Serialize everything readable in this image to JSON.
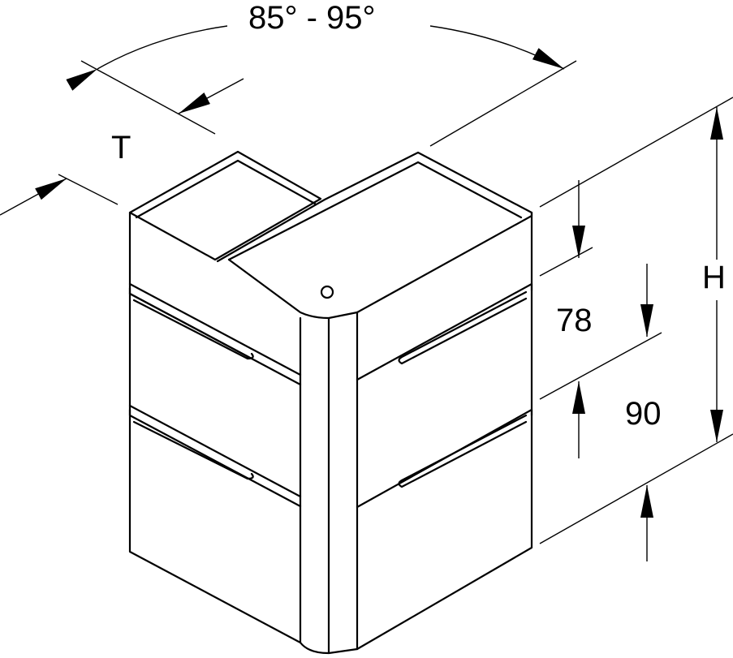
{
  "dimensions": {
    "angle": "85° - 95°",
    "thickness": "T",
    "height": "H",
    "upper_offset": "78",
    "lower_offset": "90"
  }
}
